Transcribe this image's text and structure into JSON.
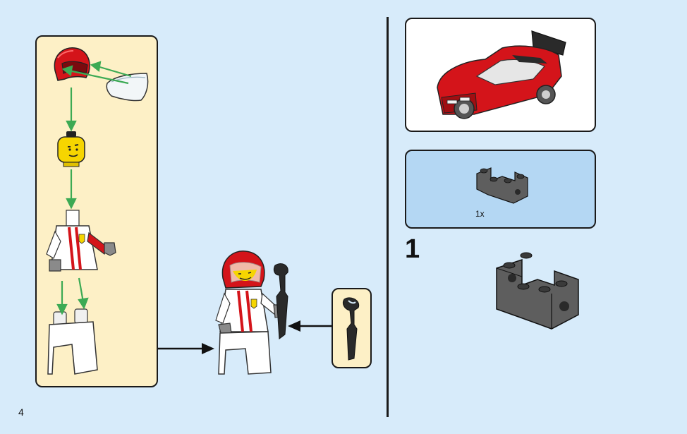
{
  "page_number": "4",
  "step_number": "1",
  "parts_list": {
    "items": [
      {
        "quantity": "1x",
        "part": "dark-gray-bracket-brick"
      }
    ]
  },
  "colors": {
    "background": "#d7ebfa",
    "callout_panel": "#fdf0c6",
    "parts_panel": "#b4d7f3",
    "arrow_green": "#3caa54",
    "ferrari_red": "#d4141a",
    "minifig_yellow": "#f6d500",
    "brick_gray": "#5e5e5e"
  },
  "icons": [
    "helmet-icon",
    "visor-icon",
    "minifig-head-icon",
    "torso-icon",
    "legs-icon",
    "minifig-driver-icon",
    "wrench-icon",
    "car-model-icon",
    "bracket-brick-icon"
  ]
}
